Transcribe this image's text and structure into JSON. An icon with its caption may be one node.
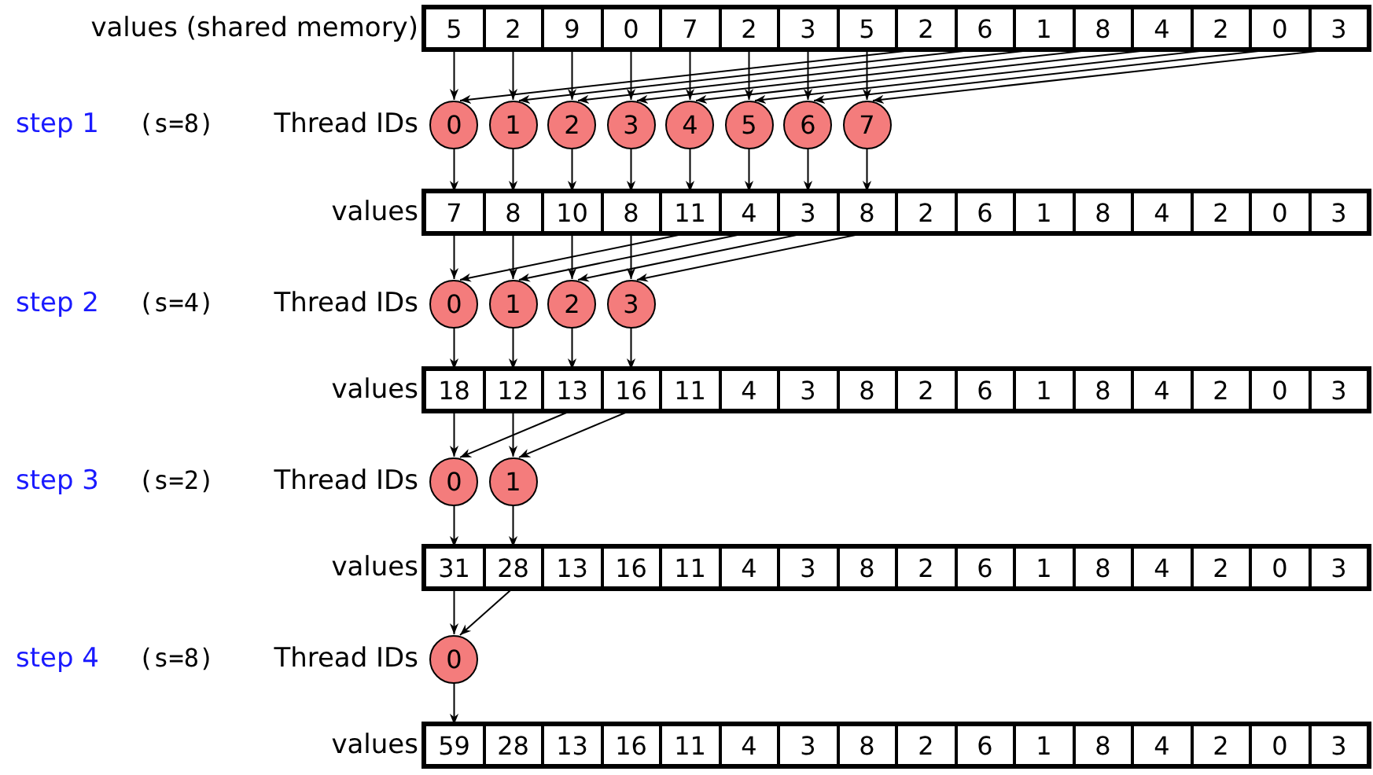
{
  "diagram": {
    "nodes": [
      {
        "text": [
          "5"
        ]
      },
      {
        "text": [
          "2"
        ]
      },
      {
        "text": [
          "9"
        ]
      },
      {
        "text": [
          "0"
        ]
      },
      {
        "text": [
          "7"
        ]
      },
      {
        "text": [
          "2"
        ]
      },
      {
        "text": [
          "3"
        ]
      },
      {
        "text": [
          "5"
        ]
      },
      {
        "text": [
          "2"
        ]
      },
      {
        "text": [
          "6"
        ]
      },
      {
        "text": [
          "1"
        ]
      },
      {
        "text": [
          "8"
        ]
      },
      {
        "text": [
          "4"
        ]
      },
      {
        "text": [
          "2"
        ]
      },
      {
        "text": [
          "0"
        ]
      },
      {
        "text": [
          "3"
        ]
      },
      {
        "text": [
          "0"
        ]
      },
      {
        "text": [
          "1"
        ]
      },
      {
        "text": [
          "2"
        ]
      },
      {
        "text": [
          "3"
        ]
      },
      {
        "text": [
          "4"
        ]
      },
      {
        "text": [
          "5"
        ]
      },
      {
        "text": [
          "6"
        ]
      },
      {
        "text": [
          "7"
        ]
      },
      {
        "text": [
          "7"
        ]
      },
      {
        "text": [
          "8"
        ]
      },
      {
        "text": [
          "10"
        ]
      },
      {
        "text": [
          "8"
        ]
      },
      {
        "text": [
          "11"
        ]
      },
      {
        "text": [
          "4"
        ]
      },
      {
        "text": [
          "3"
        ]
      },
      {
        "text": [
          "8"
        ]
      },
      {
        "text": [
          "2"
        ]
      },
      {
        "text": [
          "6"
        ]
      },
      {
        "text": [
          "1"
        ]
      },
      {
        "text": [
          "8"
        ]
      },
      {
        "text": [
          "4"
        ]
      },
      {
        "text": [
          "2"
        ]
      },
      {
        "text": [
          "0"
        ]
      },
      {
        "text": [
          "3"
        ]
      },
      {
        "text": [
          "0"
        ]
      },
      {
        "text": [
          "1"
        ]
      },
      {
        "text": [
          "2"
        ]
      },
      {
        "text": [
          "3"
        ]
      },
      {
        "text": [
          "18"
        ]
      },
      {
        "text": [
          "12"
        ]
      },
      {
        "text": [
          "13"
        ]
      },
      {
        "text": [
          "16"
        ]
      },
      {
        "text": [
          "11"
        ]
      },
      {
        "text": [
          "4"
        ]
      },
      {
        "text": [
          "3"
        ]
      },
      {
        "text": [
          "8"
        ]
      },
      {
        "text": [
          "2"
        ]
      },
      {
        "text": [
          "6"
        ]
      },
      {
        "text": [
          "1"
        ]
      },
      {
        "text": [
          "8"
        ]
      },
      {
        "text": [
          "4"
        ]
      },
      {
        "text": [
          "2"
        ]
      },
      {
        "text": [
          "0"
        ]
      },
      {
        "text": [
          "3"
        ]
      },
      {
        "text": [
          "0"
        ]
      },
      {
        "text": [
          "1"
        ]
      },
      {
        "text": [
          "31"
        ]
      },
      {
        "text": [
          "28"
        ]
      },
      {
        "text": [
          "13"
        ]
      },
      {
        "text": [
          "16"
        ]
      },
      {
        "text": [
          "11"
        ]
      },
      {
        "text": [
          "4"
        ]
      },
      {
        "text": [
          "3"
        ]
      },
      {
        "text": [
          "8"
        ]
      },
      {
        "text": [
          "2"
        ]
      },
      {
        "text": [
          "6"
        ]
      },
      {
        "text": [
          "1"
        ]
      },
      {
        "text": [
          "8"
        ]
      },
      {
        "text": [
          "4"
        ]
      },
      {
        "text": [
          "2"
        ]
      },
      {
        "text": [
          "0"
        ]
      },
      {
        "text": [
          "3"
        ]
      },
      {
        "text": [
          "0"
        ]
      },
      {
        "text": [
          "59"
        ]
      },
      {
        "text": [
          "28"
        ]
      },
      {
        "text": [
          "13"
        ]
      },
      {
        "text": [
          "16"
        ]
      },
      {
        "text": [
          "11"
        ]
      },
      {
        "text": [
          "4"
        ]
      },
      {
        "text": [
          "3"
        ]
      },
      {
        "text": [
          "8"
        ]
      },
      {
        "text": [
          "2"
        ]
      },
      {
        "text": [
          "6"
        ]
      },
      {
        "text": [
          "1"
        ]
      },
      {
        "text": [
          "8"
        ]
      },
      {
        "text": [
          "4"
        ]
      },
      {
        "text": [
          "2"
        ]
      },
      {
        "text": [
          "0"
        ]
      },
      {
        "text": [
          "3"
        ]
      }
    ],
    "edges": [
      {
        "from": 0,
        "to": 16,
        "arrow": "to"
      },
      {
        "from": 8,
        "to": 16,
        "arrow": "to"
      },
      {
        "from": 16,
        "to": 24,
        "arrow": "to"
      },
      {
        "from": 1,
        "to": 17,
        "arrow": "to"
      },
      {
        "from": 9,
        "to": 17,
        "arrow": "to"
      },
      {
        "from": 17,
        "to": 25,
        "arrow": "to"
      },
      {
        "from": 2,
        "to": 18,
        "arrow": "to"
      },
      {
        "from": 10,
        "to": 18,
        "arrow": "to"
      },
      {
        "from": 18,
        "to": 26,
        "arrow": "to"
      },
      {
        "from": 3,
        "to": 19,
        "arrow": "to"
      },
      {
        "from": 11,
        "to": 19,
        "arrow": "to"
      },
      {
        "from": 19,
        "to": 27,
        "arrow": "to"
      },
      {
        "from": 4,
        "to": 20,
        "arrow": "to"
      },
      {
        "from": 12,
        "to": 20,
        "arrow": "to"
      },
      {
        "from": 20,
        "to": 28,
        "arrow": "to"
      },
      {
        "from": 5,
        "to": 21,
        "arrow": "to"
      },
      {
        "from": 13,
        "to": 21,
        "arrow": "to"
      },
      {
        "from": 21,
        "to": 29,
        "arrow": "to"
      },
      {
        "from": 6,
        "to": 22,
        "arrow": "to"
      },
      {
        "from": 14,
        "to": 22,
        "arrow": "to"
      },
      {
        "from": 22,
        "to": 30,
        "arrow": "to"
      },
      {
        "from": 7,
        "to": 23,
        "arrow": "to"
      },
      {
        "from": 15,
        "to": 23,
        "arrow": "to"
      },
      {
        "from": 23,
        "to": 31,
        "arrow": "to"
      },
      {
        "from": 24,
        "to": 40,
        "arrow": "to"
      },
      {
        "from": 28,
        "to": 40,
        "arrow": "to"
      },
      {
        "from": 40,
        "to": 44,
        "arrow": "to"
      },
      {
        "from": 25,
        "to": 41,
        "arrow": "to"
      },
      {
        "from": 29,
        "to": 41,
        "arrow": "to"
      },
      {
        "from": 41,
        "to": 45,
        "arrow": "to"
      },
      {
        "from": 26,
        "to": 42,
        "arrow": "to"
      },
      {
        "from": 30,
        "to": 42,
        "arrow": "to"
      },
      {
        "from": 42,
        "to": 46,
        "arrow": "to"
      },
      {
        "from": 27,
        "to": 43,
        "arrow": "to"
      },
      {
        "from": 31,
        "to": 43,
        "arrow": "to"
      },
      {
        "from": 43,
        "to": 47,
        "arrow": "to"
      },
      {
        "from": 44,
        "to": 60,
        "arrow": "to"
      },
      {
        "from": 46,
        "to": 60,
        "arrow": "to"
      },
      {
        "from": 60,
        "to": 62,
        "arrow": "to"
      },
      {
        "from": 45,
        "to": 61,
        "arrow": "to"
      },
      {
        "from": 47,
        "to": 61,
        "arrow": "to"
      },
      {
        "from": 61,
        "to": 63,
        "arrow": "to"
      },
      {
        "from": 62,
        "to": 78,
        "arrow": "to"
      },
      {
        "from": 63,
        "to": 78,
        "arrow": "to"
      },
      {
        "from": 78,
        "to": 79,
        "arrow": "to"
      }
    ],
    "labels": [
      "values (shared memory)",
      "step 1",
      "(s=8)",
      "Thread IDs",
      "values",
      "step 2",
      "(s=4)",
      "Thread IDs",
      "values",
      "step 3",
      "(s=2)",
      "Thread IDs",
      "values",
      "step 4",
      "(s=8)",
      "Thread IDs",
      "values"
    ]
  }
}
